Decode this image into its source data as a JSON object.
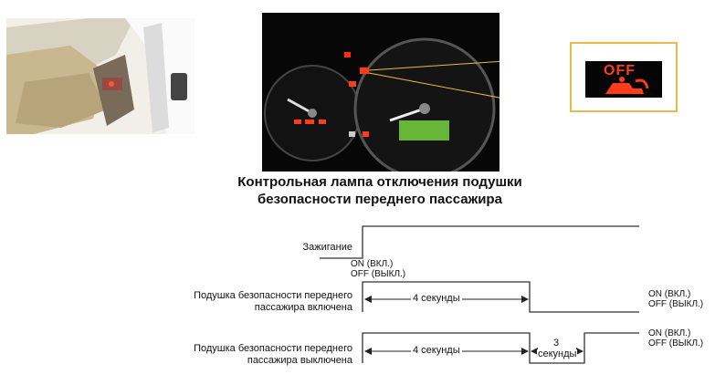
{
  "caption": {
    "line1": "Контрольная лампа отключения подушки",
    "line2": "безопасности переднего пассажира"
  },
  "lamp_text": "OFF",
  "timing": {
    "ignition_label": "Зажигание",
    "ignition_on": "ON (ВКЛ.)",
    "ignition_off": "OFF (ВЫКЛ.)",
    "airbag_on_label_1": "Подушка безопасности переднего",
    "airbag_on_label_2": "пассажира включена",
    "airbag_on_duration": "4 секунды",
    "airbag_on_state_on": "ON (ВКЛ.)",
    "airbag_on_state_off": "OFF (ВЫКЛ.)",
    "airbag_off_label_1": "Подушка безопасности переднего",
    "airbag_off_label_2": "пассажира выключена",
    "airbag_off_duration_1": "4 секунды",
    "airbag_off_duration_2_line1": "3",
    "airbag_off_duration_2_line2": "секунды",
    "airbag_off_state_on": "ON (ВКЛ.)",
    "airbag_off_state_off": "OFF (ВЫКЛ.)"
  },
  "colors": {
    "lamp_red": "#ff3b1a",
    "highlight_border": "#e8b94b",
    "lcd_green": "#7dd44a"
  }
}
